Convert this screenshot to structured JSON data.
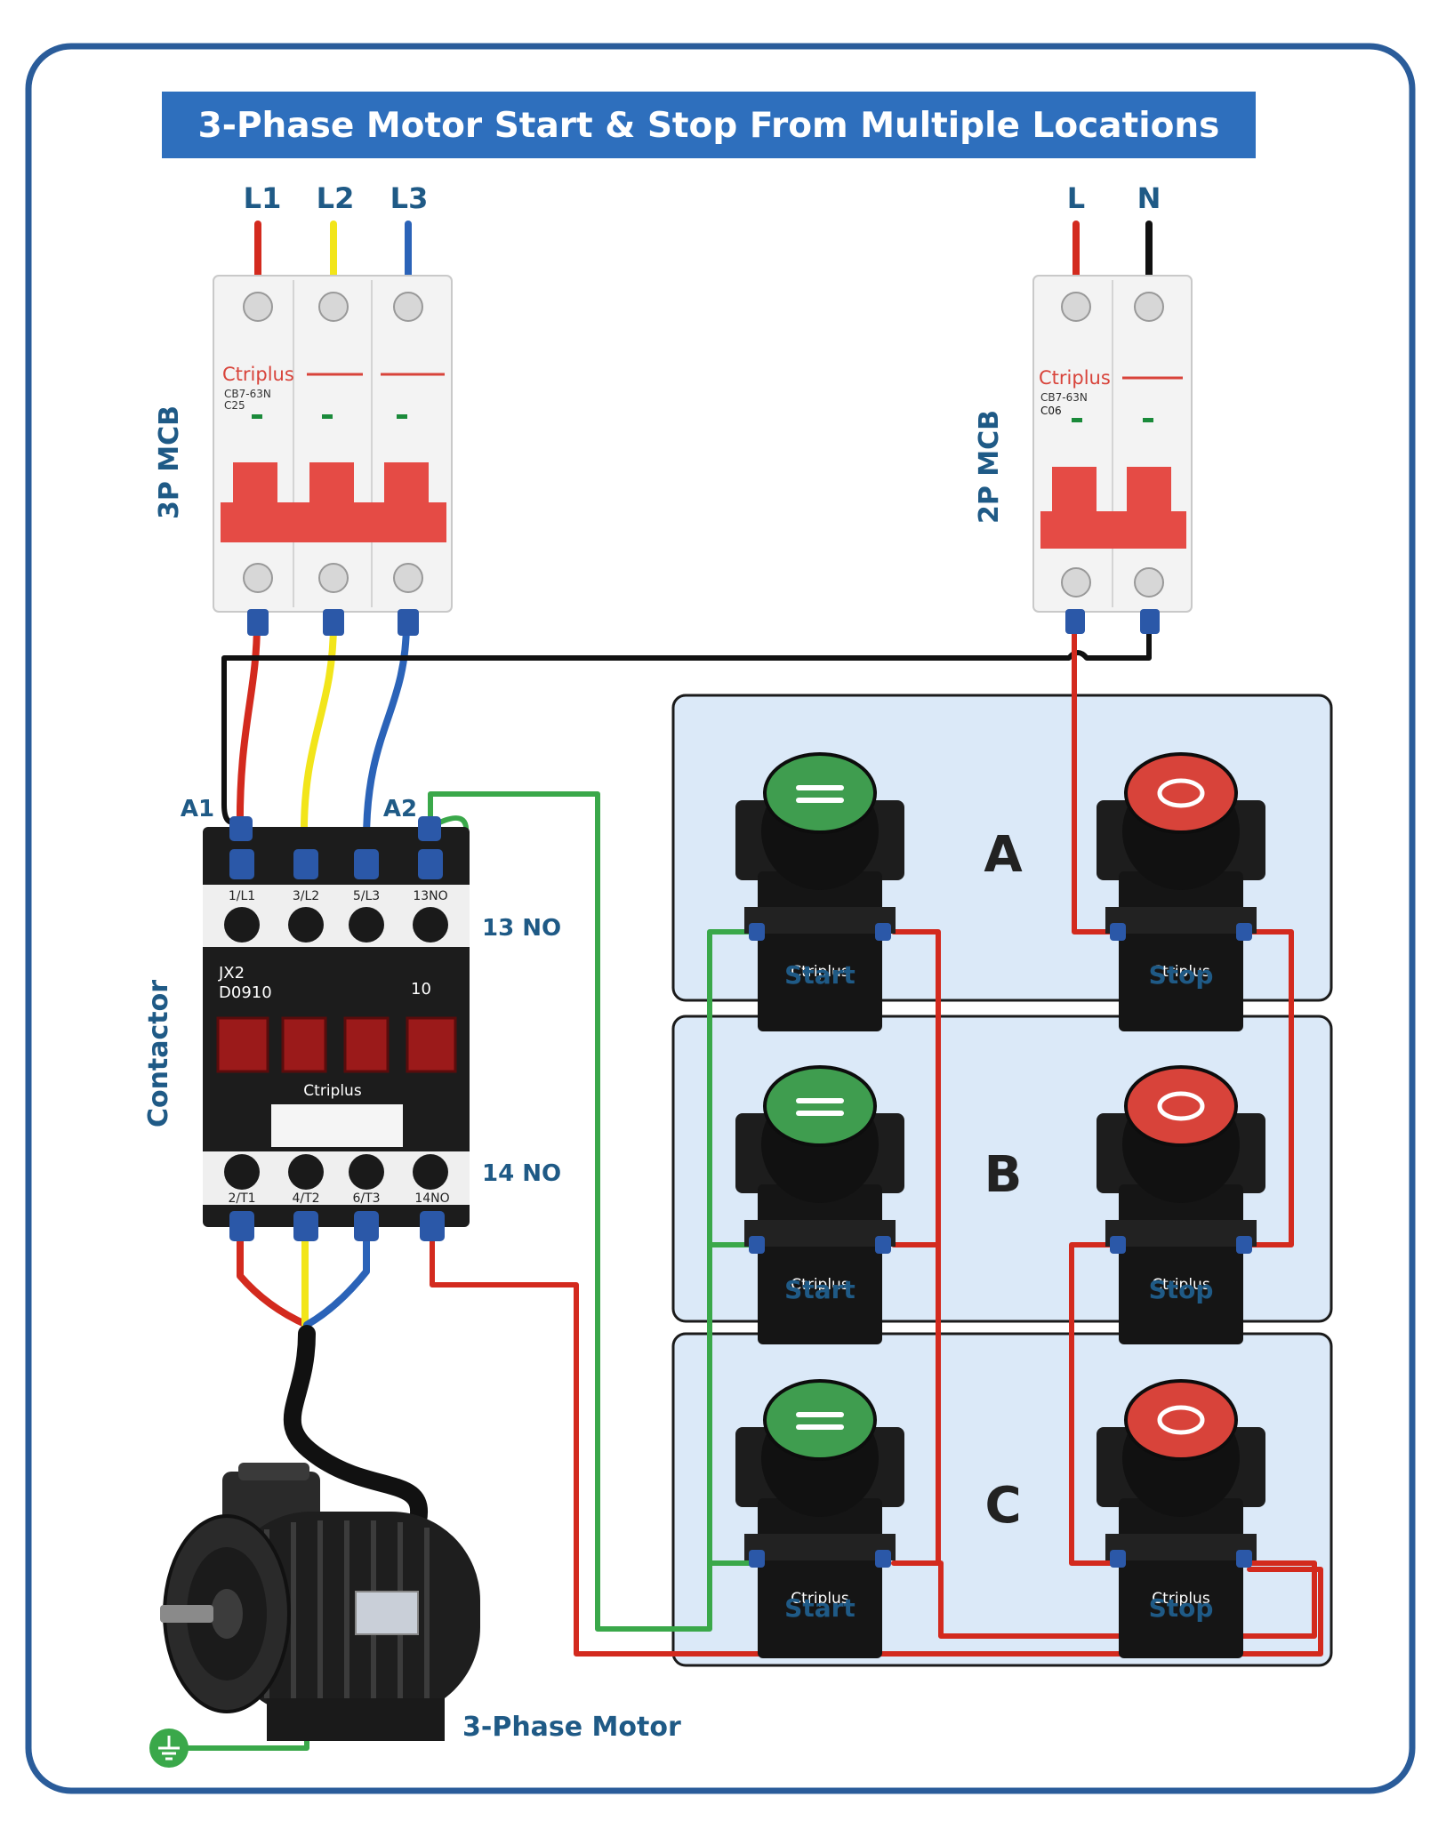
{
  "title": "3-Phase Motor Start & Stop From Multiple Locations",
  "colors": {
    "frame": "#2a5c9a",
    "title_bg": "#2e6fbd",
    "title_text": "#ffffff",
    "label": "#1f5a86",
    "wire_red": "#d32a1e",
    "wire_yellow": "#f2e51a",
    "wire_blue": "#2b63b8",
    "wire_black": "#111111",
    "wire_green": "#3aa84a",
    "panel_bg": "#dbe9f8",
    "start_green": "#3f9d4f",
    "stop_red": "#d8433a"
  },
  "supply_3p": {
    "l1": "L1",
    "l2": "L2",
    "l3": "L3"
  },
  "supply_1p": {
    "l": "L",
    "n": "N"
  },
  "mcb3": {
    "label": "3P MCB",
    "brand": "Ctriplus",
    "model": "CB7-63N",
    "rating": "C25"
  },
  "mcb2": {
    "label": "2P MCB",
    "brand": "Ctriplus",
    "model": "CB7-63N",
    "rating": "C06"
  },
  "contactor": {
    "label": "Contactor",
    "coil_a1": "A1",
    "coil_a2": "A2",
    "top_terminals": [
      "1/L1",
      "3/L2",
      "5/L3",
      "13NO"
    ],
    "bottom_terminals": [
      "2/T1",
      "4/T2",
      "6/T3",
      "14NO"
    ],
    "model_line1": "JX2",
    "model_line2": "D0910",
    "aux_code": "10",
    "brand": "Ctriplus",
    "aux_top": "13 NO",
    "aux_bottom": "14 NO"
  },
  "stations": [
    {
      "letter": "A",
      "start": "Start",
      "stop": "Stop"
    },
    {
      "letter": "B",
      "start": "Start",
      "stop": "Stop"
    },
    {
      "letter": "C",
      "start": "Start",
      "stop": "Stop"
    }
  ],
  "button_brand": "Ctriplus",
  "motor": {
    "label": "3-Phase Motor"
  },
  "icons": [
    "ground-icon",
    "start-button-icon",
    "stop-button-icon",
    "motor-icon"
  ]
}
